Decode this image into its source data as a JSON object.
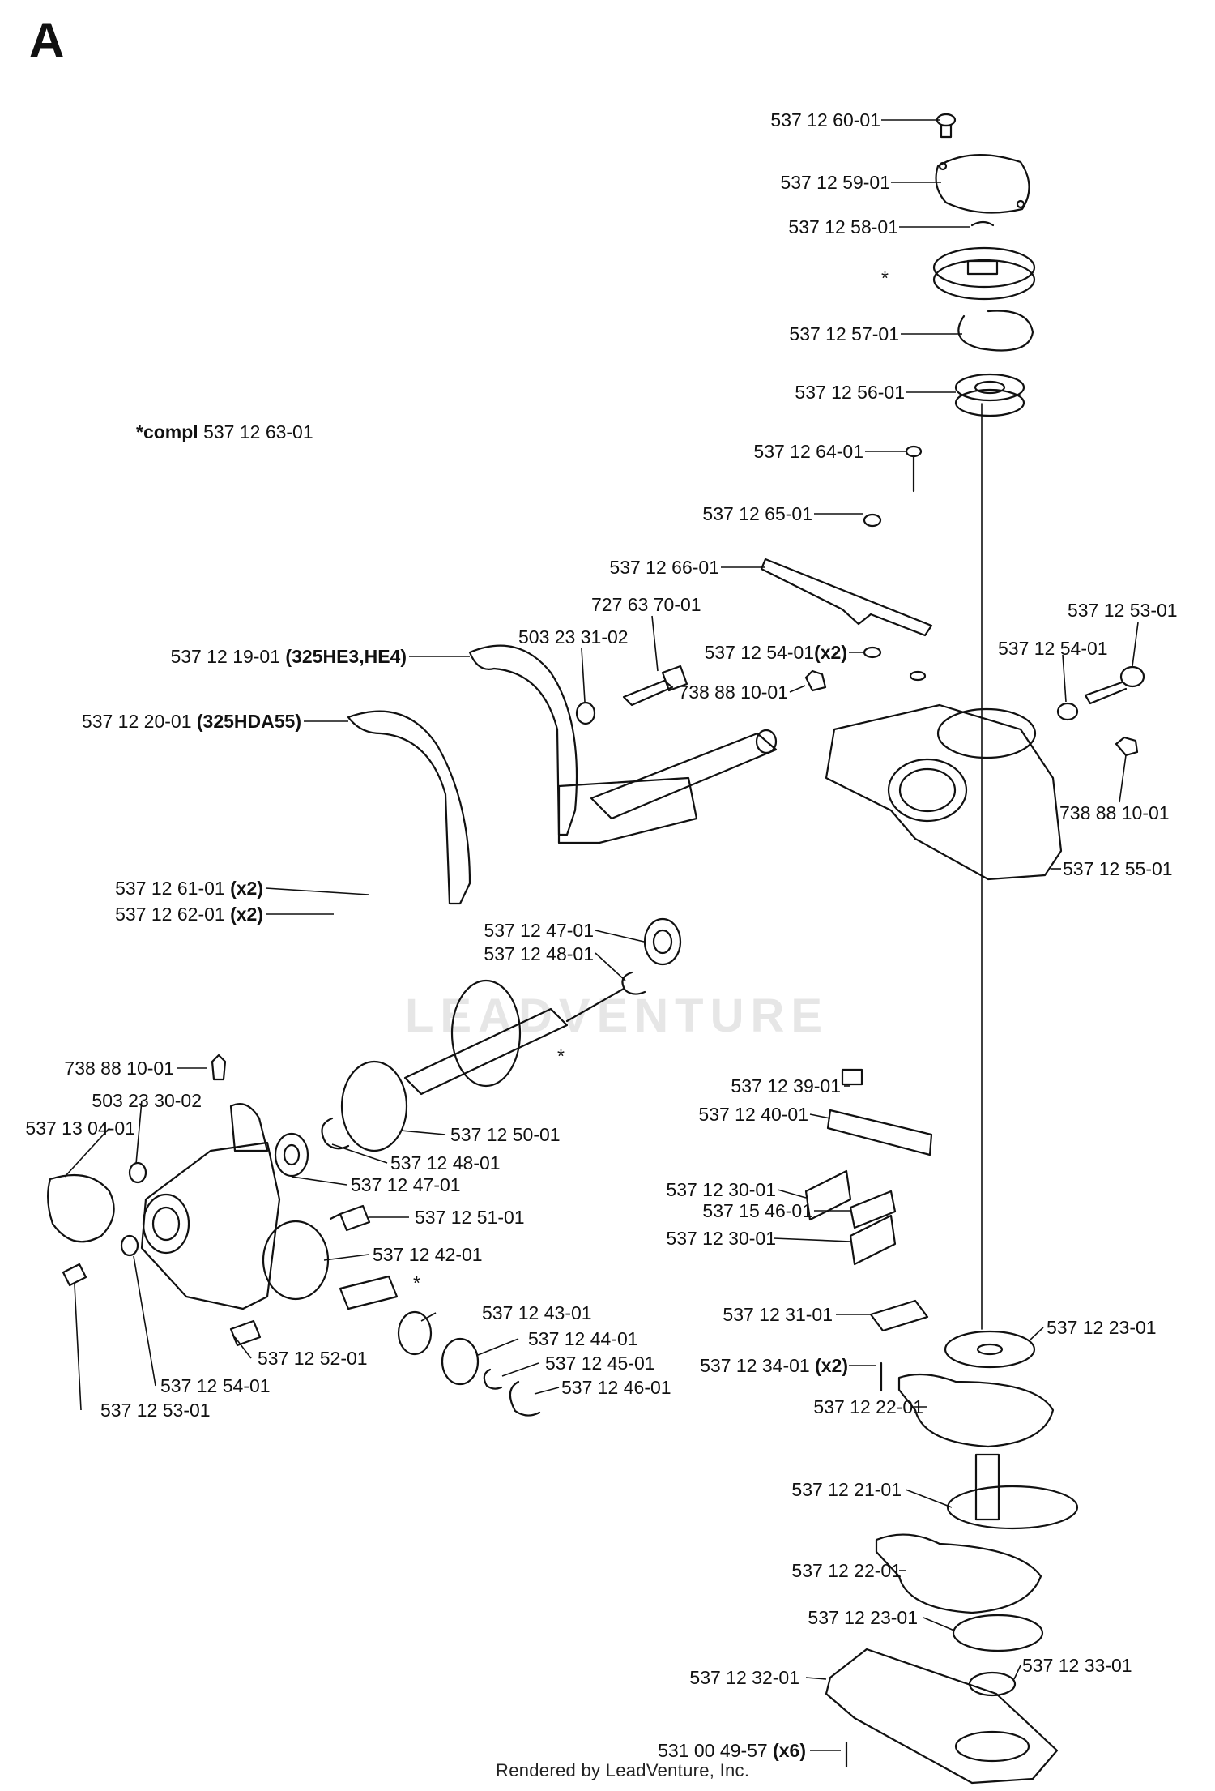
{
  "section_letter": "A",
  "compl_note": {
    "prefix": "*compl",
    "part": "537 12 63-01"
  },
  "watermark": "LEADVENTURE",
  "footer": "Rendered by LeadVenture, Inc.",
  "star": "*",
  "labels": [
    {
      "id": "p1",
      "text": "537 12 60-01",
      "qty": ""
    },
    {
      "id": "p2",
      "text": "537 12 59-01",
      "qty": ""
    },
    {
      "id": "p3",
      "text": "537 12 58-01",
      "qty": ""
    },
    {
      "id": "p4",
      "text": "537 12 57-01",
      "qty": ""
    },
    {
      "id": "p5",
      "text": "537 12 56-01",
      "qty": ""
    },
    {
      "id": "p6",
      "text": "537 12 64-01",
      "qty": ""
    },
    {
      "id": "p7",
      "text": "537 12 65-01",
      "qty": ""
    },
    {
      "id": "p8",
      "text": "537 12 66-01",
      "qty": ""
    },
    {
      "id": "p9",
      "text": "727 63 70-01",
      "qty": ""
    },
    {
      "id": "p10",
      "text": "503 23 31-02",
      "qty": ""
    },
    {
      "id": "p11",
      "text": "537 12 19-01",
      "qty": "(325HE3,HE4)"
    },
    {
      "id": "p12",
      "text": "537 12 54-01",
      "qty": "(x2)"
    },
    {
      "id": "p13",
      "text": "738 88 10-01",
      "qty": ""
    },
    {
      "id": "p14",
      "text": "537 12 53-01",
      "qty": ""
    },
    {
      "id": "p15",
      "text": "537 12 54-01",
      "qty": ""
    },
    {
      "id": "p16",
      "text": "537 12 20-01",
      "qty": "(325HDA55)"
    },
    {
      "id": "p17",
      "text": "738 88 10-01",
      "qty": ""
    },
    {
      "id": "p18",
      "text": "537 12 55-01",
      "qty": ""
    },
    {
      "id": "p19",
      "text": "537 12 61-01",
      "qty": "(x2)"
    },
    {
      "id": "p20",
      "text": "537 12 62-01",
      "qty": "(x2)"
    },
    {
      "id": "p21",
      "text": "537 12 47-01",
      "qty": ""
    },
    {
      "id": "p22",
      "text": "537 12 48-01",
      "qty": ""
    },
    {
      "id": "p23",
      "text": "738 88 10-01",
      "qty": ""
    },
    {
      "id": "p24",
      "text": "503 23 30-02",
      "qty": ""
    },
    {
      "id": "p25",
      "text": "537 13 04-01",
      "qty": ""
    },
    {
      "id": "p26",
      "text": "537 12 50-01",
      "qty": ""
    },
    {
      "id": "p27",
      "text": "537 12 48-01",
      "qty": ""
    },
    {
      "id": "p28",
      "text": "537 12 47-01",
      "qty": ""
    },
    {
      "id": "p29",
      "text": "537 12 39-01",
      "qty": ""
    },
    {
      "id": "p30",
      "text": "537 12 40-01",
      "qty": ""
    },
    {
      "id": "p31",
      "text": "537 12 30-01",
      "qty": ""
    },
    {
      "id": "p32",
      "text": "537 15 46-01",
      "qty": ""
    },
    {
      "id": "p33",
      "text": "537 12 30-01",
      "qty": ""
    },
    {
      "id": "p34",
      "text": "537 12 51-01",
      "qty": ""
    },
    {
      "id": "p35",
      "text": "537 12 42-01",
      "qty": ""
    },
    {
      "id": "p36",
      "text": "537 12 43-01",
      "qty": ""
    },
    {
      "id": "p37",
      "text": "537 12 44-01",
      "qty": ""
    },
    {
      "id": "p38",
      "text": "537 12 45-01",
      "qty": ""
    },
    {
      "id": "p39",
      "text": "537 12 46-01",
      "qty": ""
    },
    {
      "id": "p40",
      "text": "537 12 52-01",
      "qty": ""
    },
    {
      "id": "p41",
      "text": "537 12 54-01",
      "qty": ""
    },
    {
      "id": "p42",
      "text": "537 12 53-01",
      "qty": ""
    },
    {
      "id": "p43",
      "text": "537 12 31-01",
      "qty": ""
    },
    {
      "id": "p44",
      "text": "537 12 34-01",
      "qty": "(x2)"
    },
    {
      "id": "p45",
      "text": "537 12 23-01",
      "qty": ""
    },
    {
      "id": "p46",
      "text": "537 12 22-01",
      "qty": ""
    },
    {
      "id": "p47",
      "text": "537 12 21-01",
      "qty": ""
    },
    {
      "id": "p48",
      "text": "537 12 22-01",
      "qty": ""
    },
    {
      "id": "p49",
      "text": "537 12 23-01",
      "qty": ""
    },
    {
      "id": "p50",
      "text": "537 12 33-01",
      "qty": ""
    },
    {
      "id": "p51",
      "text": "537 12 32-01",
      "qty": ""
    },
    {
      "id": "p52",
      "text": "531 00 49-57",
      "qty": "(x6)"
    }
  ]
}
